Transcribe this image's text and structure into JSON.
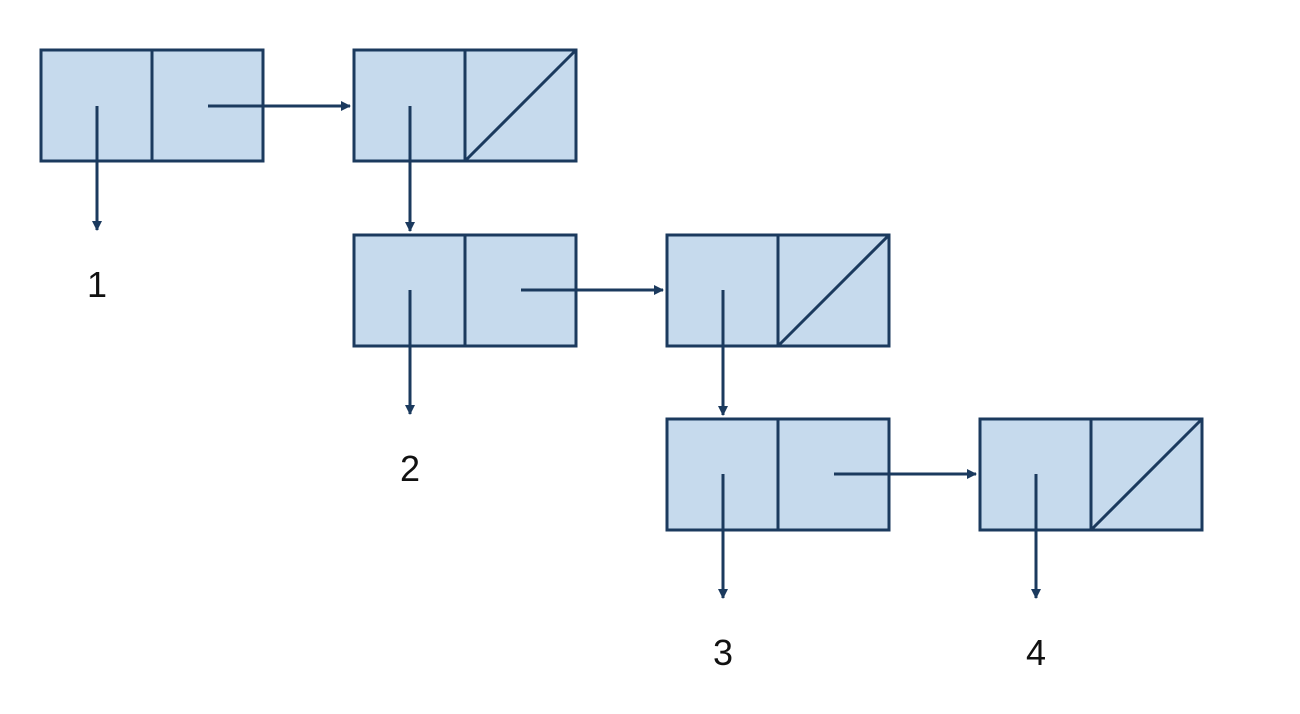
{
  "diagram": {
    "cells": [
      {
        "id": "c1",
        "car": "1",
        "cdr": "c2"
      },
      {
        "id": "c2",
        "car": "c3",
        "cdr": null
      },
      {
        "id": "c3",
        "car": "2",
        "cdr": "c4"
      },
      {
        "id": "c4",
        "car": "c5",
        "cdr": null
      },
      {
        "id": "c5",
        "car": "3",
        "cdr": "c6"
      },
      {
        "id": "c6",
        "car": "4",
        "cdr": null
      }
    ],
    "atoms": [
      "1",
      "2",
      "3",
      "4"
    ],
    "colors": {
      "cell_fill": "#c6daed",
      "stroke": "#1b3a5e",
      "text": "#111111"
    }
  }
}
